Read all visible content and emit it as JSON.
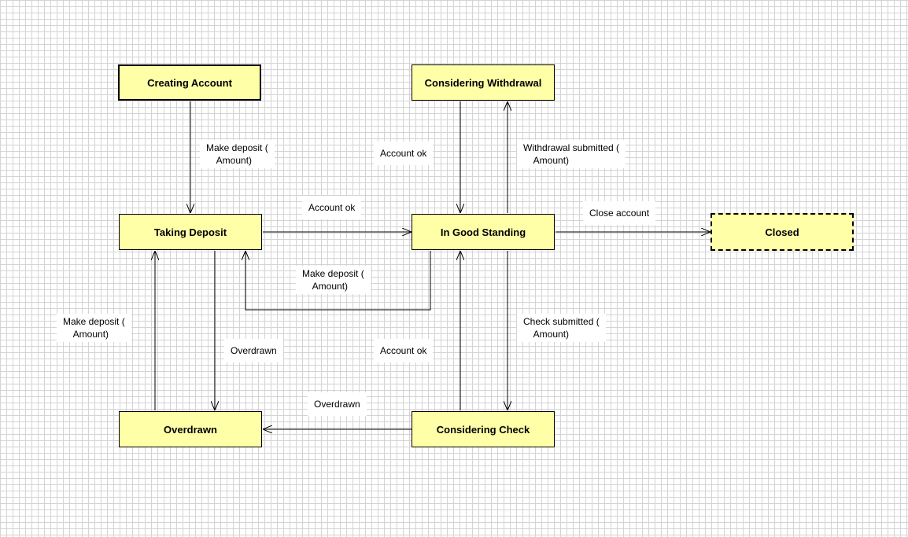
{
  "states": {
    "creating_account": "Creating Account",
    "considering_withdrawal": "Considering Withdrawal",
    "taking_deposit": "Taking Deposit",
    "in_good_standing": "In Good Standing",
    "closed": "Closed",
    "overdrawn": "Overdrawn",
    "considering_check": "Considering Check"
  },
  "transitions": {
    "creating_to_taking": "Make deposit (\n    Amount)",
    "withdrawal_to_good": "Account ok",
    "good_to_withdrawal": "Withdrawal submitted (\n    Amount)",
    "taking_to_good": "Account ok",
    "good_to_closed": "Close account",
    "good_to_taking": "Make deposit (\n    Amount)",
    "overdrawn_to_taking": "Make deposit (\n    Amount)",
    "taking_to_overdrawn": "Overdrawn",
    "check_to_good": "Account ok",
    "good_to_check": "Check submitted (\n    Amount)",
    "check_to_overdrawn": "Overdrawn"
  },
  "colors": {
    "state_fill": "#ffffa8",
    "line": "#000000",
    "grid": "#d4d4d4"
  }
}
